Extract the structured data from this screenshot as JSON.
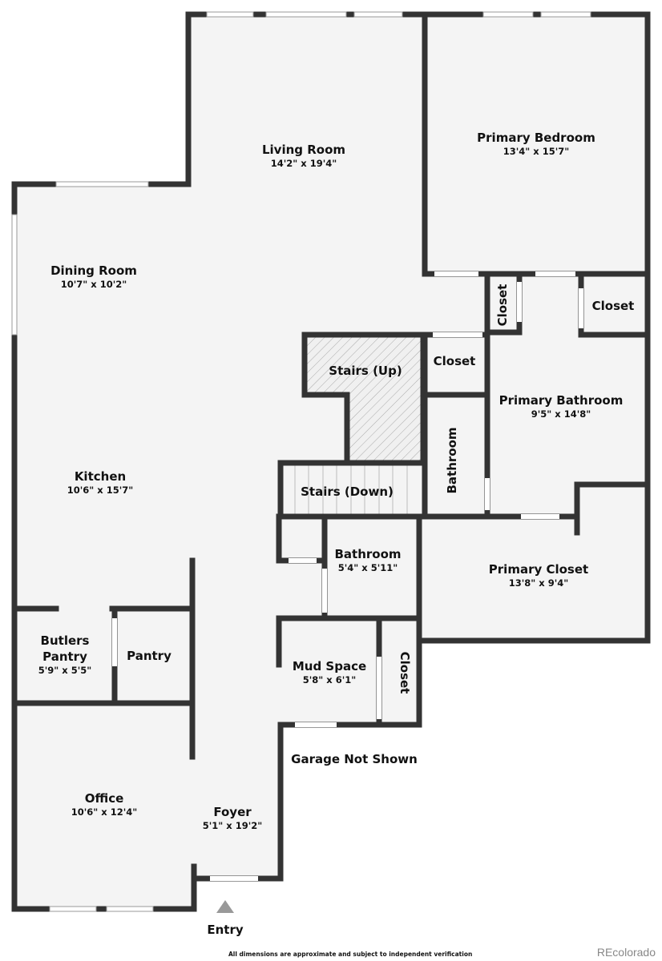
{
  "rooms": {
    "living_room": {
      "name": "Living Room",
      "dim": "14'2\" x 19'4\""
    },
    "primary_bedroom": {
      "name": "Primary Bedroom",
      "dim": "13'4\" x 15'7\""
    },
    "dining_room": {
      "name": "Dining Room",
      "dim": "10'7\" x 10'2\""
    },
    "closet_1": {
      "name": "Closet"
    },
    "closet_2": {
      "name": "Closet"
    },
    "closet_3": {
      "name": "Closet"
    },
    "stairs_up": {
      "name": "Stairs (Up)"
    },
    "primary_bathroom": {
      "name": "Primary Bathroom",
      "dim": "9'5\" x 14'8\""
    },
    "kitchen": {
      "name": "Kitchen",
      "dim": "10'6\" x 15'7\""
    },
    "bathroom_small": {
      "name": "Bathroom"
    },
    "stairs_down": {
      "name": "Stairs (Down)"
    },
    "bathroom": {
      "name": "Bathroom",
      "dim": "5'4\" x 5'11\""
    },
    "primary_closet": {
      "name": "Primary Closet",
      "dim": "13'8\" x 9'4\""
    },
    "butlers_pantry": {
      "name1": "Butlers",
      "name2": "Pantry",
      "dim": "5'9\" x 5'5\""
    },
    "pantry": {
      "name": "Pantry"
    },
    "mud_space": {
      "name": "Mud Space",
      "dim": "5'8\" x 6'1\""
    },
    "closet_4": {
      "name": "Closet"
    },
    "office": {
      "name": "Office",
      "dim": "10'6\" x 12'4\""
    },
    "foyer": {
      "name": "Foyer",
      "dim": "5'1\" x 19'2\""
    }
  },
  "garage_note": "Garage Not Shown",
  "entry": "Entry",
  "disclaimer": "All dimensions are approximate and subject to independent verification",
  "brand": "REcolorado"
}
